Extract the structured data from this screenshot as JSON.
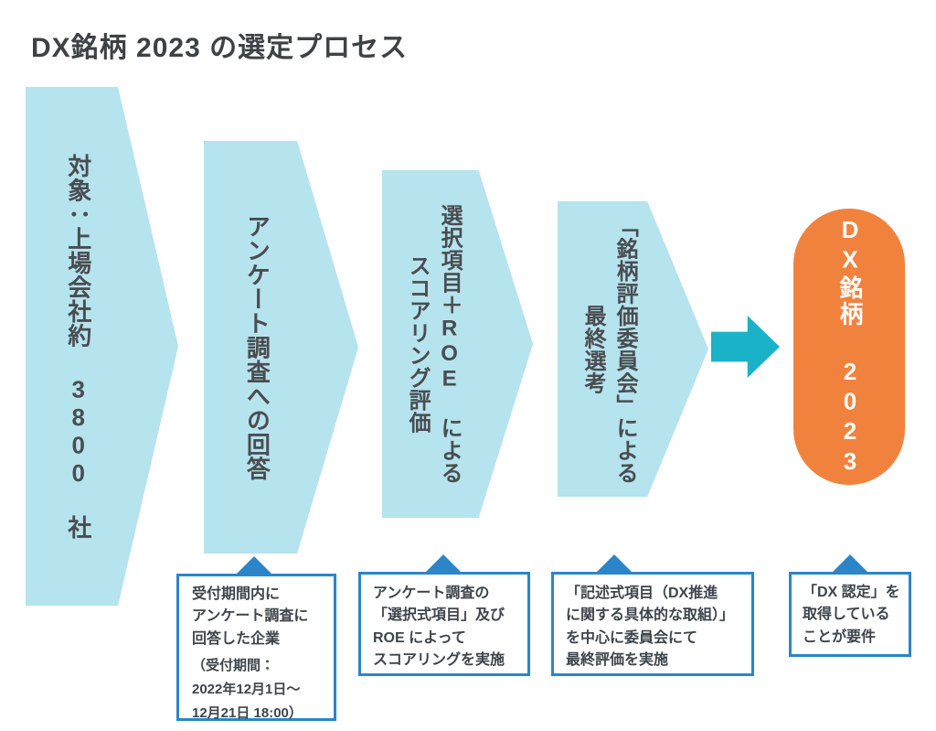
{
  "title": "DX銘柄 2023 の選定プロセス",
  "colors": {
    "step_fill": "#B5E3EE",
    "flow_arrow_fill": "#1AB2C8",
    "result_fill": "#F1823E",
    "callout_border": "#2C85C7",
    "title_text": "#3E4245",
    "step_text": "#4A4D50"
  },
  "process_steps": [
    {
      "label": "対象：上場会社約 3800 社"
    },
    {
      "label": "アンケート調査への回答"
    },
    {
      "label": "選択項目＋ROE による\nスコアリング評価"
    },
    {
      "label": "「銘柄評価委員会」による\n最終選考"
    }
  ],
  "result": {
    "label": "DX銘柄 2023"
  },
  "callouts": [
    {
      "text": "受付期間内に\nアンケート調査に\n回答した企業",
      "note": "（受付期間：\n2022年12月1日〜\n12月21日 18:00）"
    },
    {
      "text": "アンケート調査の\n「選択式項目」及び\nROE によって\nスコアリングを実施"
    },
    {
      "text": "「記述式項目（DX推進\nに関する具体的な取組）」\nを中心に委員会にて\n最終評価を実施"
    },
    {
      "text": "「DX 認定」を\n取得している\nことが要件"
    }
  ]
}
